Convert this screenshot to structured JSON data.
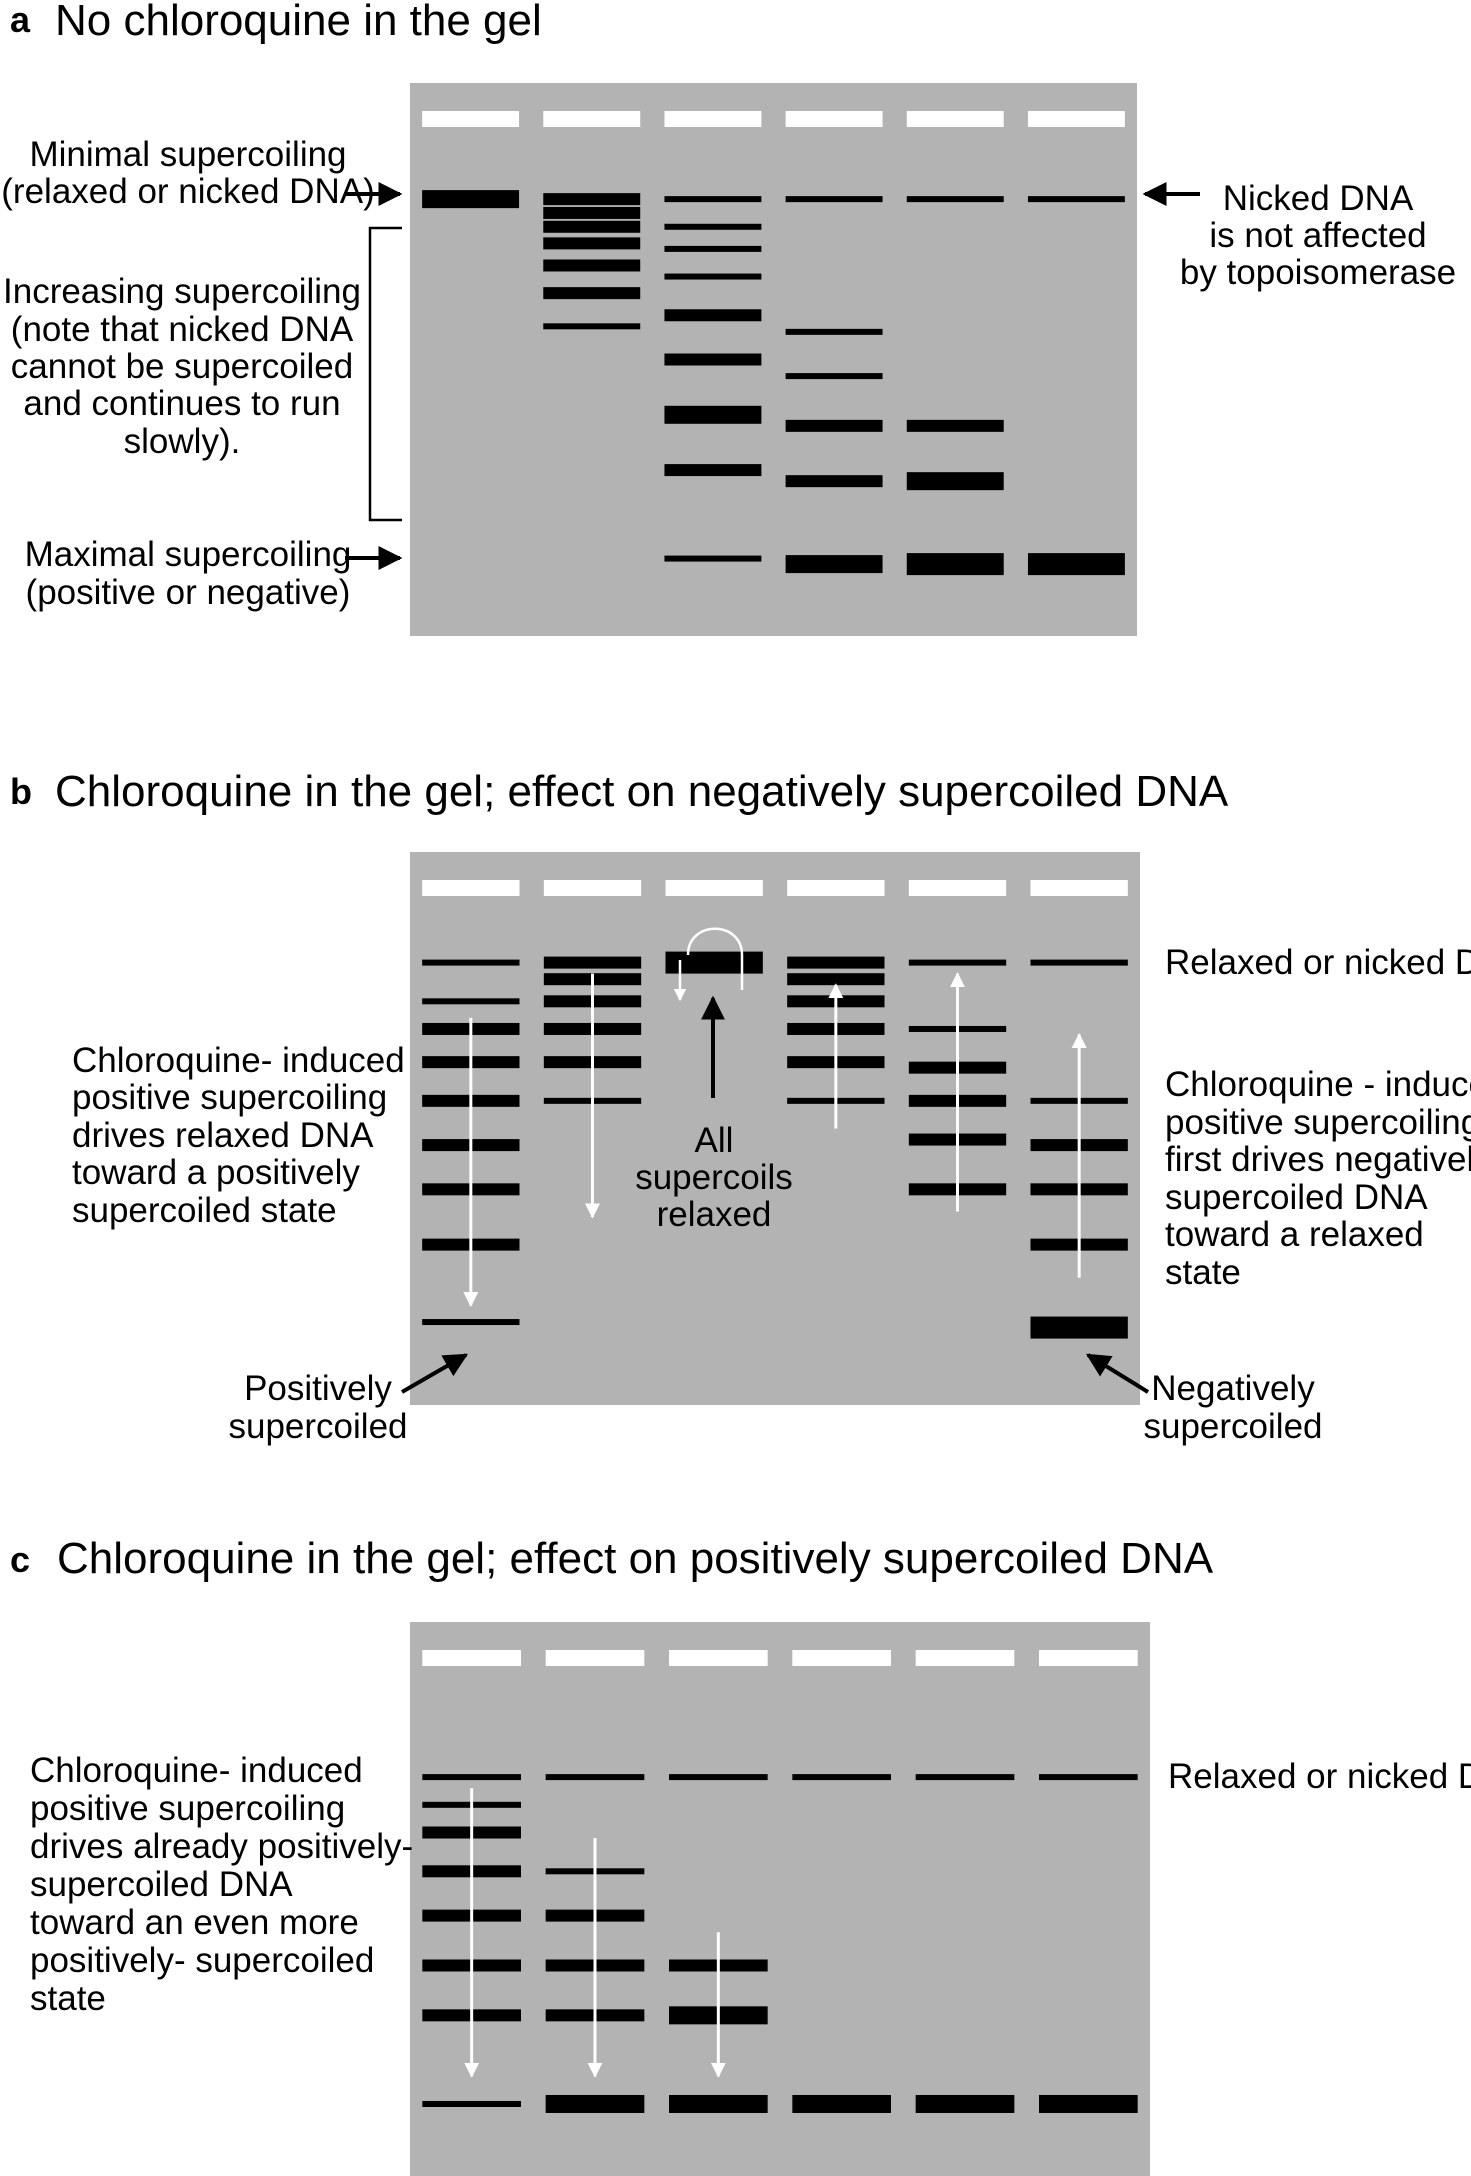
{
  "panels": [
    {
      "letter": "a",
      "title": "No chloroquine in the gel",
      "gel_bg": "#b3b3b3",
      "lanes": [
        {
          "bands": [
            {
              "pos": 0.21,
              "w": "thick"
            }
          ]
        },
        {
          "bands": [
            {
              "pos": 0.21,
              "w": "medium"
            },
            {
              "pos": 0.235,
              "w": "medium"
            },
            {
              "pos": 0.26,
              "w": "medium"
            },
            {
              "pos": 0.29,
              "w": "medium"
            },
            {
              "pos": 0.33,
              "w": "medium"
            },
            {
              "pos": 0.38,
              "w": "medium"
            },
            {
              "pos": 0.44,
              "w": "thin"
            }
          ]
        },
        {
          "bands": [
            {
              "pos": 0.21,
              "w": "thin"
            },
            {
              "pos": 0.26,
              "w": "thin"
            },
            {
              "pos": 0.3,
              "w": "thin"
            },
            {
              "pos": 0.35,
              "w": "thin"
            },
            {
              "pos": 0.42,
              "w": "medium"
            },
            {
              "pos": 0.5,
              "w": "medium"
            },
            {
              "pos": 0.6,
              "w": "thick"
            },
            {
              "pos": 0.7,
              "w": "medium"
            },
            {
              "pos": 0.86,
              "w": "thin"
            }
          ]
        },
        {
          "bands": [
            {
              "pos": 0.21,
              "w": "thin"
            },
            {
              "pos": 0.45,
              "w": "thin"
            },
            {
              "pos": 0.53,
              "w": "thin"
            },
            {
              "pos": 0.62,
              "w": "medium"
            },
            {
              "pos": 0.72,
              "w": "medium"
            },
            {
              "pos": 0.87,
              "w": "thick"
            }
          ]
        },
        {
          "bands": [
            {
              "pos": 0.21,
              "w": "thin"
            },
            {
              "pos": 0.62,
              "w": "medium"
            },
            {
              "pos": 0.72,
              "w": "thick"
            },
            {
              "pos": 0.87,
              "w": "xthick"
            }
          ]
        },
        {
          "bands": [
            {
              "pos": 0.21,
              "w": "thin"
            },
            {
              "pos": 0.87,
              "w": "xthick"
            }
          ]
        }
      ],
      "labels": {
        "minimal": [
          "Minimal supercoiling",
          "(relaxed or nicked DNA)"
        ],
        "increasing": [
          "Increasing supercoiling",
          "(note that nicked DNA",
          "cannot be supercoiled",
          "and continues to run",
          "slowly)."
        ],
        "maximal": [
          "Maximal supercoiling",
          "(positive or negative)"
        ],
        "nicked": [
          "Nicked DNA",
          "is not affected",
          "by topoisomerase"
        ]
      }
    },
    {
      "letter": "b",
      "title": "Chloroquine in the gel; effect on negatively supercoiled DNA",
      "lanes": [
        {
          "bands": [
            {
              "pos": 0.2,
              "w": "thin"
            },
            {
              "pos": 0.27,
              "w": "thin"
            },
            {
              "pos": 0.32,
              "w": "medium"
            },
            {
              "pos": 0.38,
              "w": "medium"
            },
            {
              "pos": 0.45,
              "w": "medium"
            },
            {
              "pos": 0.53,
              "w": "medium"
            },
            {
              "pos": 0.61,
              "w": "medium"
            },
            {
              "pos": 0.71,
              "w": "medium"
            },
            {
              "pos": 0.85,
              "w": "thin"
            }
          ],
          "arrow": {
            "dir": "down",
            "from": 0.3,
            "to": 0.82
          }
        },
        {
          "bands": [
            {
              "pos": 0.2,
              "w": "medium"
            },
            {
              "pos": 0.23,
              "w": "medium"
            },
            {
              "pos": 0.27,
              "w": "medium"
            },
            {
              "pos": 0.32,
              "w": "medium"
            },
            {
              "pos": 0.38,
              "w": "medium"
            },
            {
              "pos": 0.45,
              "w": "thin"
            }
          ],
          "arrow": {
            "dir": "down",
            "from": 0.22,
            "to": 0.66
          }
        },
        {
          "bands": [
            {
              "pos": 0.2,
              "w": "xthick"
            }
          ]
        },
        {
          "bands": [
            {
              "pos": 0.2,
              "w": "medium"
            },
            {
              "pos": 0.23,
              "w": "medium"
            },
            {
              "pos": 0.27,
              "w": "medium"
            },
            {
              "pos": 0.32,
              "w": "medium"
            },
            {
              "pos": 0.38,
              "w": "medium"
            },
            {
              "pos": 0.45,
              "w": "thin"
            }
          ],
          "arrow": {
            "dir": "up",
            "from": 0.5,
            "to": 0.24
          }
        },
        {
          "bands": [
            {
              "pos": 0.2,
              "w": "thin"
            },
            {
              "pos": 0.32,
              "w": "thin"
            },
            {
              "pos": 0.39,
              "w": "medium"
            },
            {
              "pos": 0.45,
              "w": "medium"
            },
            {
              "pos": 0.52,
              "w": "medium"
            },
            {
              "pos": 0.61,
              "w": "medium"
            }
          ],
          "arrow": {
            "dir": "up",
            "from": 0.65,
            "to": 0.22
          }
        },
        {
          "bands": [
            {
              "pos": 0.2,
              "w": "thin"
            },
            {
              "pos": 0.45,
              "w": "thin"
            },
            {
              "pos": 0.53,
              "w": "medium"
            },
            {
              "pos": 0.61,
              "w": "medium"
            },
            {
              "pos": 0.71,
              "w": "medium"
            },
            {
              "pos": 0.86,
              "w": "xthick"
            }
          ],
          "arrow": {
            "dir": "up",
            "from": 0.77,
            "to": 0.33
          }
        }
      ],
      "labels": {
        "relaxed": "Relaxed or nicked DNA",
        "left": [
          "Chloroquine- induced",
          "positive supercoiling",
          "drives relaxed DNA",
          "toward a positively",
          "supercoiled state"
        ],
        "right": [
          "Chloroquine - induced",
          "positive supercoiling",
          "first drives negatively-",
          "supercoiled DNA",
          "toward a relaxed",
          "state"
        ],
        "all_relaxed": [
          "All",
          "supercoils",
          "relaxed"
        ],
        "positively": [
          "Positively",
          "supercoiled"
        ],
        "negatively": [
          "Negatively",
          "supercoiled"
        ]
      }
    },
    {
      "letter": "c",
      "title": "Chloroquine in the gel; effect on positively supercoiled DNA",
      "lanes": [
        {
          "bands": [
            {
              "pos": 0.28,
              "w": "thin"
            },
            {
              "pos": 0.33,
              "w": "thin"
            },
            {
              "pos": 0.38,
              "w": "medium"
            },
            {
              "pos": 0.45,
              "w": "medium"
            },
            {
              "pos": 0.53,
              "w": "medium"
            },
            {
              "pos": 0.62,
              "w": "medium"
            },
            {
              "pos": 0.71,
              "w": "medium"
            },
            {
              "pos": 0.87,
              "w": "thin"
            }
          ],
          "arrow": {
            "dir": "down",
            "from": 0.3,
            "to": 0.82
          }
        },
        {
          "bands": [
            {
              "pos": 0.28,
              "w": "thin"
            },
            {
              "pos": 0.45,
              "w": "thin"
            },
            {
              "pos": 0.53,
              "w": "medium"
            },
            {
              "pos": 0.62,
              "w": "medium"
            },
            {
              "pos": 0.71,
              "w": "medium"
            },
            {
              "pos": 0.87,
              "w": "thick"
            }
          ],
          "arrow": {
            "dir": "down",
            "from": 0.39,
            "to": 0.82
          }
        },
        {
          "bands": [
            {
              "pos": 0.28,
              "w": "thin"
            },
            {
              "pos": 0.62,
              "w": "medium"
            },
            {
              "pos": 0.71,
              "w": "thick"
            },
            {
              "pos": 0.87,
              "w": "thick"
            }
          ],
          "arrow": {
            "dir": "down",
            "from": 0.56,
            "to": 0.82
          }
        },
        {
          "bands": [
            {
              "pos": 0.28,
              "w": "thin"
            },
            {
              "pos": 0.87,
              "w": "thick"
            }
          ]
        },
        {
          "bands": [
            {
              "pos": 0.28,
              "w": "thin"
            },
            {
              "pos": 0.87,
              "w": "thick"
            }
          ]
        },
        {
          "bands": [
            {
              "pos": 0.28,
              "w": "thin"
            },
            {
              "pos": 0.87,
              "w": "thick"
            }
          ]
        }
      ],
      "labels": {
        "relaxed": "Relaxed or nicked DNA",
        "left": [
          "Chloroquine- induced",
          "positive supercoiling",
          "drives already positively-",
          "supercoiled DNA",
          "toward an even more",
          "positively- supercoiled",
          "state"
        ]
      }
    }
  ]
}
